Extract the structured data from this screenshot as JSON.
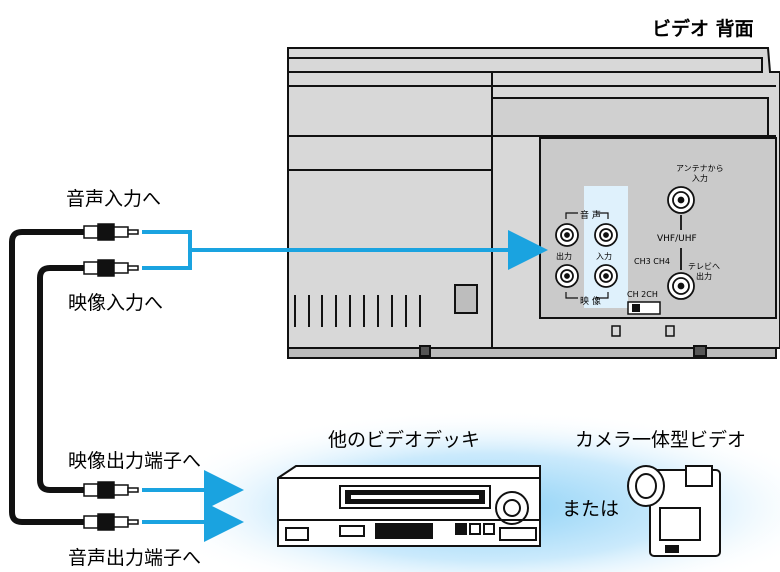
{
  "header": {
    "title": "ビデオ 背面"
  },
  "vcr_panel": {
    "audio_bracket": "音 声",
    "video_bracket": "映 像",
    "output_label": "出力",
    "input_label": "入力",
    "antenna_in": "アンテナから\n入力",
    "vhf_uhf": "VHF/UHF",
    "ch_select": "CH3  CH4",
    "to_tv_out": "テレビへ\n出力",
    "ch_switch": "CH  2CH"
  },
  "cables": {
    "audio_input": "音声入力へ",
    "video_input": "映像入力へ",
    "video_output": "映像出力端子へ",
    "audio_output": "音声出力端子へ"
  },
  "sources": {
    "deck": "他のビデオデッキ",
    "or": "または",
    "camcorder": "カメラ一体型ビデオ"
  },
  "colors": {
    "signal": "#1aa3e0",
    "glow": "#bfe6fb",
    "panel_fill": "#d8d8d8",
    "outline": "#111111"
  }
}
